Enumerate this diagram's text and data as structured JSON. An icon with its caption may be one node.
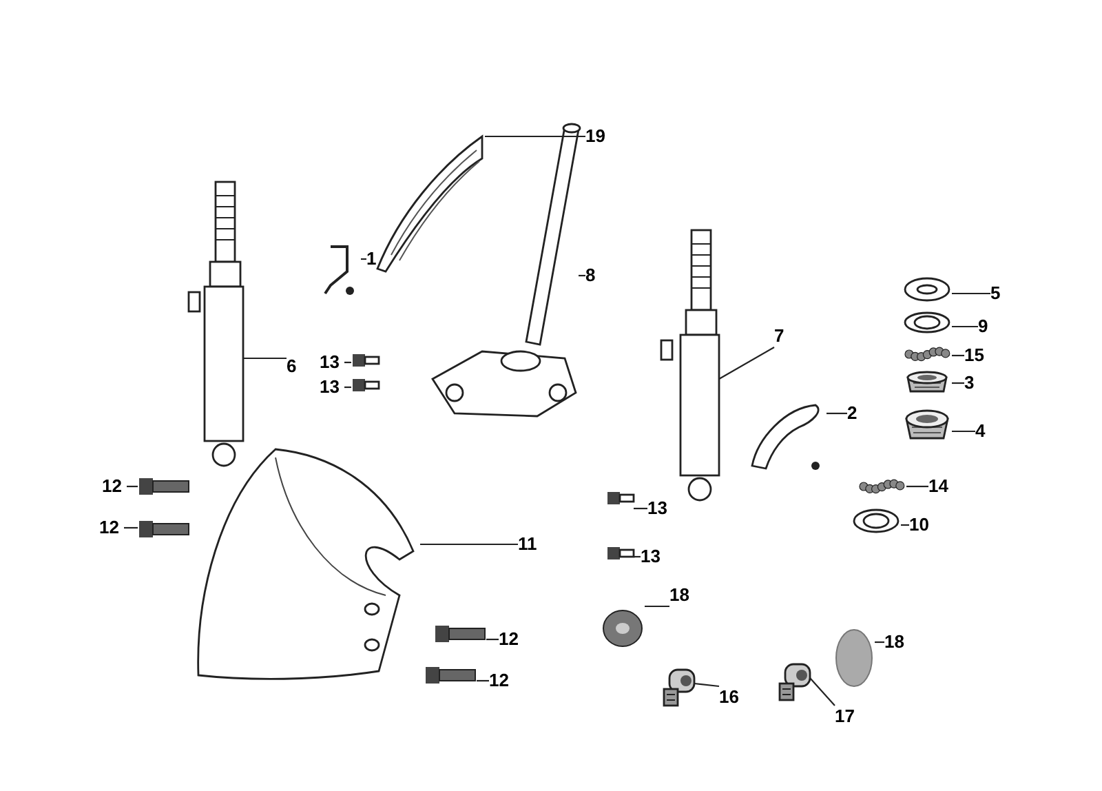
{
  "diagram": {
    "nodes": [
      {
        "text": [
          "19"
        ]
      },
      {
        "text": [
          "1"
        ]
      },
      {
        "text": [
          "8"
        ]
      },
      {
        "text": [
          "5"
        ]
      },
      {
        "text": [
          "9"
        ]
      },
      {
        "text": [
          "7"
        ]
      },
      {
        "text": [
          "15"
        ]
      },
      {
        "text": [
          "6"
        ]
      },
      {
        "text": [
          "13"
        ]
      },
      {
        "text": [
          "3"
        ]
      },
      {
        "text": [
          "13"
        ]
      },
      {
        "text": [
          "2"
        ]
      },
      {
        "text": [
          "4"
        ]
      },
      {
        "text": [
          "12"
        ]
      },
      {
        "text": [
          "14"
        ]
      },
      {
        "text": [
          "13"
        ]
      },
      {
        "text": [
          "10"
        ]
      },
      {
        "text": [
          "12"
        ]
      },
      {
        "text": [
          "11"
        ]
      },
      {
        "text": [
          "13"
        ]
      },
      {
        "text": [
          "18"
        ]
      },
      {
        "text": [
          "12"
        ]
      },
      {
        "text": [
          "18"
        ]
      },
      {
        "text": [
          "12"
        ]
      },
      {
        "text": [
          "16"
        ]
      },
      {
        "text": [
          "17"
        ]
      },
      {
        "text": [],
        "shape": "picture"
      },
      {
        "text": [],
        "shape": "picture"
      },
      {
        "text": [],
        "shape": "picture"
      },
      {
        "text": [],
        "shape": "picture"
      },
      {
        "text": [],
        "shape": "picture"
      },
      {
        "text": [],
        "shape": "picture"
      },
      {
        "text": [],
        "shape": "picture"
      },
      {
        "text": [],
        "shape": "picture"
      },
      {
        "text": [],
        "shape": "picture"
      },
      {
        "text": [],
        "shape": "picture"
      },
      {
        "text": [],
        "shape": "picture"
      },
      {
        "text": [],
        "shape": "picture"
      },
      {
        "text": [],
        "shape": "picture"
      },
      {
        "text": [],
        "shape": "picture"
      },
      {
        "text": [],
        "shape": "picture"
      },
      {
        "text": [],
        "shape": "picture"
      },
      {
        "text": [],
        "shape": "picture"
      },
      {
        "text": [],
        "shape": "picture"
      },
      {
        "text": [],
        "shape": "picture"
      },
      {
        "text": [],
        "shape": "picture"
      },
      {
        "text": [],
        "shape": "picture"
      },
      {
        "text": [],
        "shape": "picture"
      },
      {
        "text": [],
        "shape": "circle"
      },
      {
        "text": [],
        "shape": "picture"
      },
      {
        "text": [],
        "shape": "picture"
      },
      {
        "text": [],
        "shape": "picture"
      }
    ],
    "edges": [
      {
        "from": 0,
        "to": 26,
        "arrow": "none"
      },
      {
        "from": 1,
        "to": 27,
        "arrow": "none"
      },
      {
        "from": 2,
        "to": 28,
        "arrow": "none"
      },
      {
        "from": 3,
        "to": 29,
        "arrow": "none"
      },
      {
        "from": 4,
        "to": 30,
        "arrow": "none"
      },
      {
        "from": 5,
        "to": 31,
        "arrow": "none"
      },
      {
        "from": 6,
        "to": 32,
        "arrow": "none"
      },
      {
        "from": 7,
        "to": 33,
        "arrow": "none"
      },
      {
        "from": 8,
        "to": 34,
        "arrow": "none"
      },
      {
        "from": 9,
        "to": 35,
        "arrow": "none"
      },
      {
        "from": 10,
        "to": 36,
        "arrow": "none"
      },
      {
        "from": 11,
        "to": 37,
        "arrow": "none"
      },
      {
        "from": 12,
        "to": 38,
        "arrow": "none"
      },
      {
        "from": 13,
        "to": 39,
        "arrow": "none"
      },
      {
        "from": 14,
        "to": 40,
        "arrow": "none"
      },
      {
        "from": 15,
        "to": 41,
        "arrow": "none"
      },
      {
        "from": 16,
        "to": 42,
        "arrow": "none"
      },
      {
        "from": 17,
        "to": 43,
        "arrow": "none"
      },
      {
        "from": 18,
        "to": 44,
        "arrow": "none"
      },
      {
        "from": 19,
        "to": 45,
        "arrow": "none"
      },
      {
        "from": 20,
        "to": 46,
        "arrow": "none"
      },
      {
        "from": 21,
        "to": 47,
        "arrow": "none"
      },
      {
        "from": 22,
        "to": 48,
        "arrow": "none"
      },
      {
        "from": 23,
        "to": 49,
        "arrow": "none"
      },
      {
        "from": 24,
        "to": 50,
        "arrow": "none"
      },
      {
        "from": 25,
        "to": 51,
        "arrow": "none"
      }
    ]
  }
}
